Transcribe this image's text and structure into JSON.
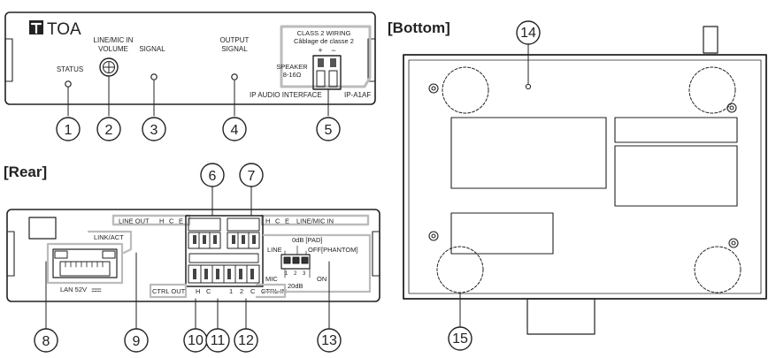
{
  "sections": {
    "bottom": "[Bottom]",
    "rear": "[Rear]"
  },
  "front": {
    "brand": "TOA",
    "status": "STATUS",
    "line_mic_in": "LINE/MIC IN",
    "volume": "VOLUME",
    "signal": "SIGNAL",
    "output": "OUTPUT",
    "output_signal": "SIGNAL",
    "class2_line1": "CLASS 2 WIRING",
    "class2_line2": "Câblage de classe 2",
    "plus": "+",
    "minus": "−",
    "speaker": "SPEAKER",
    "speaker_ohm": "8-16Ω",
    "product": "IP AUDIO INTERFACE",
    "model": "IP-A1AF"
  },
  "rear": {
    "line_out": "LINE OUT",
    "line_out_pins": [
      "H",
      "C",
      "E"
    ],
    "line_mic_pins": [
      "H",
      "C",
      "E"
    ],
    "line_mic_in": "LINE/MIC IN",
    "link_act": "LINK/ACT",
    "lan": "LAN 52V",
    "pad": "0dB [PAD]",
    "line": "LINE",
    "off_phantom": "OFF[PHANTOM]",
    "sw_nums": [
      "1",
      "2",
      "3"
    ],
    "mic": "MIC",
    "on": "ON",
    "db20": "20dB",
    "ctrl_out": "CTRL OUT",
    "ctrl_out_pins": [
      "H",
      "C"
    ],
    "ctrl_in_pins": [
      "1",
      "2",
      "C"
    ],
    "ctrl_in": "CTRL IN"
  },
  "callouts": [
    "1",
    "2",
    "3",
    "4",
    "5",
    "6",
    "7",
    "8",
    "9",
    "10",
    "11",
    "12",
    "13",
    "14",
    "15"
  ]
}
